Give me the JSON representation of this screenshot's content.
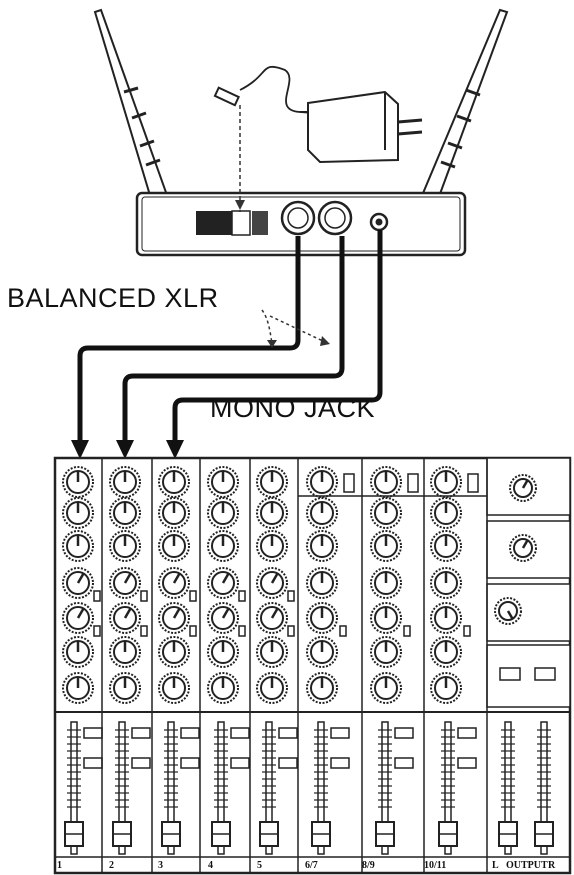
{
  "labels": {
    "balanced_xlr": "BALANCED XLR",
    "mono_jack": "MONO JACK"
  },
  "mixer": {
    "channel_labels": [
      "1",
      "2",
      "3",
      "4",
      "5",
      "6/7",
      "8/9",
      "10/11"
    ],
    "output": {
      "left": "L",
      "title": "OUTPUT",
      "right": "R"
    }
  }
}
